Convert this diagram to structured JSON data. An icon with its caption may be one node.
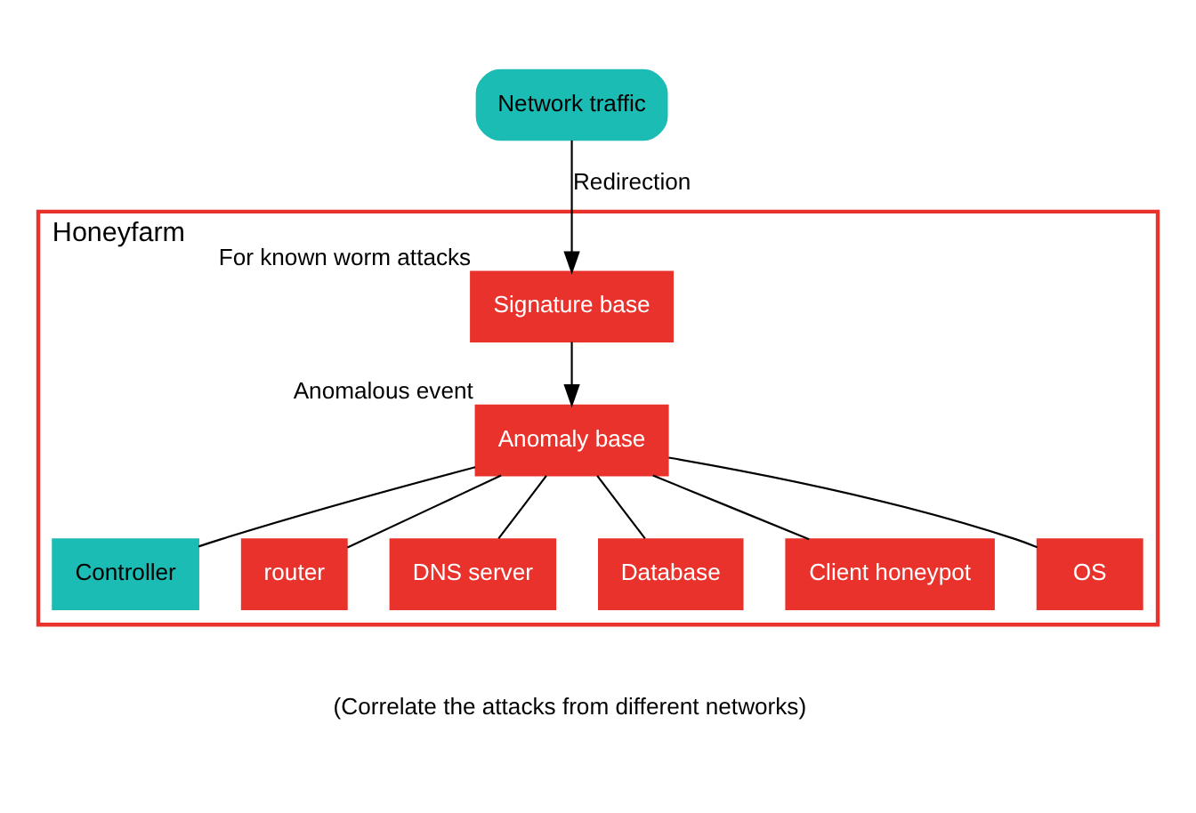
{
  "diagram": {
    "nodes": [
      {
        "text": [
          "Network traffic"
        ]
      },
      {
        "text": [
          "Honeyfarm"
        ]
      },
      {
        "text": [
          "Controller"
        ],
        "in": 1
      },
      {
        "text": [
          "Signature base"
        ],
        "in": 1,
        "beside": [
          "For known worm attacks"
        ]
      },
      {
        "text": [
          "Anomaly base"
        ],
        "in": 1,
        "beside": [
          "Anomalous event"
        ]
      },
      {
        "text": [
          "router"
        ],
        "in": 1
      },
      {
        "text": [
          "DNS server"
        ],
        "in": 1
      },
      {
        "text": [
          "Database"
        ],
        "in": 1
      },
      {
        "text": [
          "Client honeypot"
        ],
        "in": 1
      },
      {
        "text": [
          "OS"
        ],
        "in": 1
      }
    ],
    "edges": [
      {
        "from": 0,
        "to": 3,
        "arrow": "to",
        "label": "Redirection"
      },
      {
        "from": 3,
        "to": 4,
        "arrow": "to"
      },
      {
        "from": 4,
        "to": 2,
        "arrow": "none"
      },
      {
        "from": 4,
        "to": 5,
        "arrow": "none"
      },
      {
        "from": 4,
        "to": 6,
        "arrow": "none"
      },
      {
        "from": 4,
        "to": 7,
        "arrow": "none"
      },
      {
        "from": 4,
        "to": 8,
        "arrow": "none"
      },
      {
        "from": 4,
        "to": 9,
        "arrow": "none"
      }
    ],
    "labels": [
      "(Correlate the attacks from different networks)"
    ]
  }
}
